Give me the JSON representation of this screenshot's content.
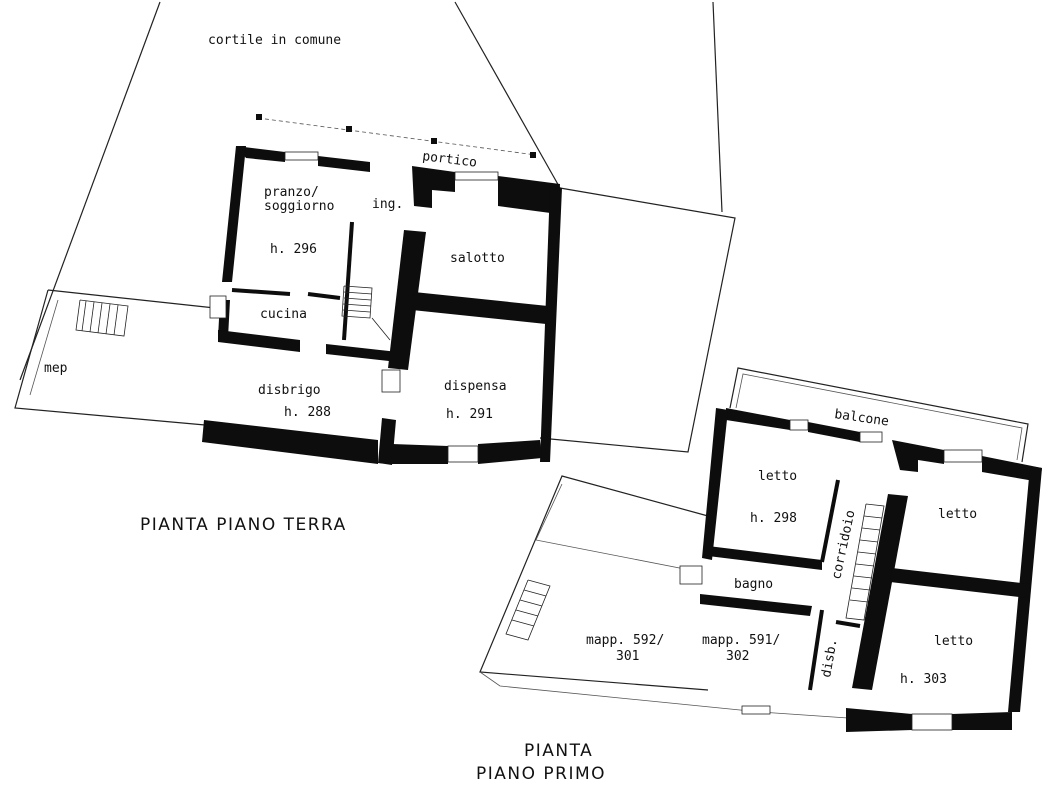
{
  "plan": {
    "ground_floor": {
      "title": "PIANTA PIANO TERRA",
      "labels": {
        "courtyard": "cortile in comune",
        "portico": "portico",
        "dining_living_1": "pranzo/",
        "dining_living_2": "soggiorno",
        "entrance": "ing.",
        "height_dining": "h. 296",
        "lounge": "salotto",
        "kitchen": "cucina",
        "utility": "mep",
        "storage_room": "disbrigo",
        "height_storage": "h. 288",
        "pantry": "dispensa",
        "height_pantry": "h. 291"
      }
    },
    "first_floor": {
      "title_line1": "PIANTA",
      "title_line2": "PIANO PRIMO",
      "labels": {
        "balcony": "balcone",
        "bedroom_1": "letto",
        "height_bedroom_1": "h. 298",
        "bedroom_2": "letto",
        "corridor": "corridoio",
        "bathroom": "bagno",
        "bedroom_3": "letto",
        "height_bedroom_3": "h. 303",
        "parcel_592_1": "mapp. 592/",
        "parcel_592_2": "301",
        "parcel_591_1": "mapp. 591/",
        "parcel_591_2": "302",
        "closet": "disb."
      }
    }
  }
}
